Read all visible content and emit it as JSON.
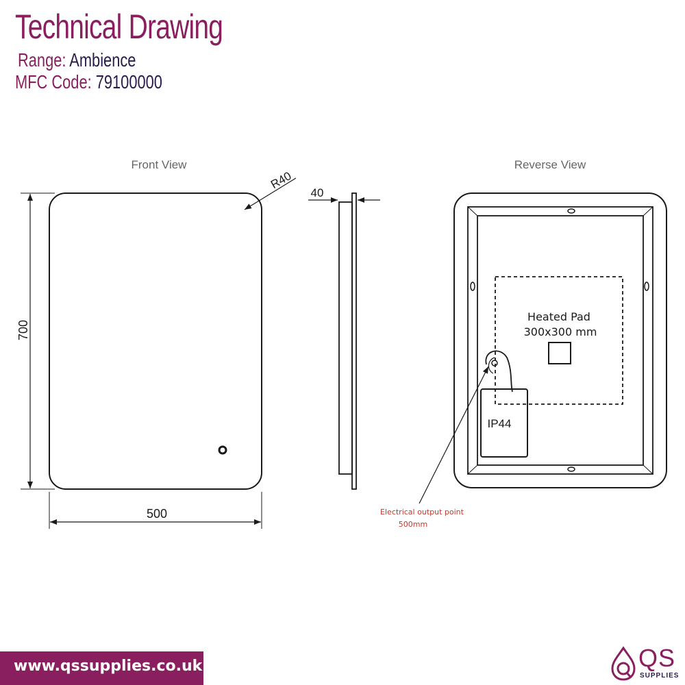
{
  "header": {
    "title": "Technical Drawing",
    "range_label": "Range:",
    "range_value": "Ambience",
    "mfc_label": "MFC Code:",
    "mfc_value": "79100000"
  },
  "views": {
    "front_label": "Front View",
    "reverse_label": "Reverse View"
  },
  "dimensions": {
    "height": "700",
    "width": "500",
    "radius": "R40",
    "depth": "40"
  },
  "reverse": {
    "pad_label": "Heated Pad",
    "pad_size": "300x300 mm",
    "ip_rating": "IP44"
  },
  "callout": {
    "line1": "Electrical output point",
    "line2": "500mm"
  },
  "footer": {
    "url": "www.qssupplies.co.uk",
    "logo_text": "QS",
    "logo_sub": "SUPPLIES"
  },
  "colors": {
    "brand": "#8a1f5f",
    "navy": "#2a1b4a",
    "callout": "#c0392b",
    "line": "#1a1a1a"
  }
}
